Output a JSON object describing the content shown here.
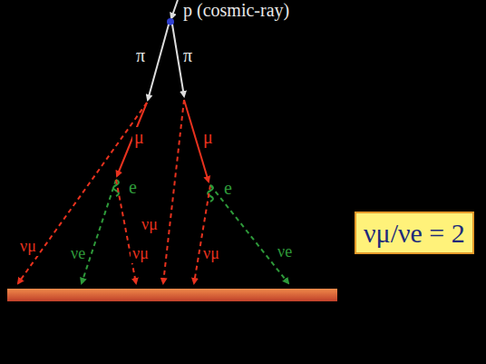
{
  "diagram": {
    "nodes": [
      {
        "text": [
          "νμ/νe = 2"
        ]
      }
    ],
    "edges": [],
    "labels": [
      "p (cosmic-ray)",
      "π",
      "π",
      "μ",
      "μ",
      "e",
      "e",
      "νμ",
      "νe",
      "νμ",
      "νμ",
      "νμ",
      "νe"
    ]
  }
}
